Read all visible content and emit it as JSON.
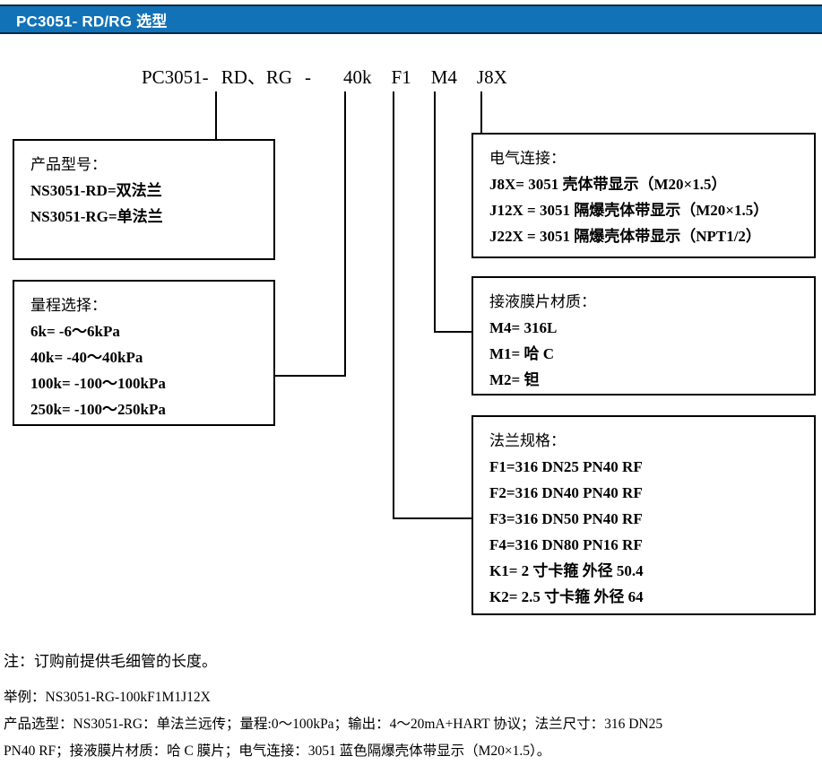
{
  "header": {
    "title": "PC3051- RD/RG 选型",
    "bar_color": "#1272b8",
    "text_color": "#ffffff"
  },
  "model_code": {
    "full": "PC3051- RD、RG -  40k  F1  M4  J8X",
    "prefix": "PC3051-",
    "variants": "RD、RG",
    "dash": "-",
    "range_code": "40k",
    "flange_code": "F1",
    "membrane_code": "M4",
    "electric_code": "J8X"
  },
  "boxes": {
    "product": {
      "title": "产品型号：",
      "items": [
        "NS3051-RD=双法兰",
        "NS3051-RG=单法兰"
      ]
    },
    "range": {
      "title": "量程选择：",
      "items": [
        "6k= -6～6kPa",
        "40k= -40～40kPa",
        "100k= -100～100kPa",
        "250k= -100～250kPa"
      ]
    },
    "electric": {
      "title": "电气连接：",
      "items": [
        "J8X= 3051 壳体带显示（M20×1.5）",
        "J12X = 3051 隔爆壳体带显示（M20×1.5）",
        "J22X = 3051 隔爆壳体带显示（NPT1/2）"
      ]
    },
    "membrane": {
      "title": "接液膜片材质：",
      "items": [
        "M4= 316L",
        "M1=  哈 C",
        "M2=  钽"
      ]
    },
    "flange": {
      "title": "法兰规格：",
      "items": [
        "F1=316 DN25 PN40 RF",
        "F2=316 DN40 PN40 RF",
        "F3=316 DN50 PN40 RF",
        "F4=316 DN80 PN16 RF",
        "K1= 2 寸卡箍  外径 50.4",
        "K2= 2.5 寸卡箍  外径 64"
      ]
    }
  },
  "notes": {
    "note": "注：订购前提供毛细管的长度。",
    "example_label": "举例：NS3051-RG-100kF1M1J12X",
    "selection_line1": "产品选型：NS3051-RG：单法兰远传；量程:0～100kPa；输出：4～20mA+HART 协议；法兰尺寸：316 DN25",
    "selection_line2": "PN40 RF；接液膜片材质：哈 C 膜片；电气连接：3051 蓝色隔爆壳体带显示（M20×1.5）。"
  },
  "line_color": "#000000"
}
